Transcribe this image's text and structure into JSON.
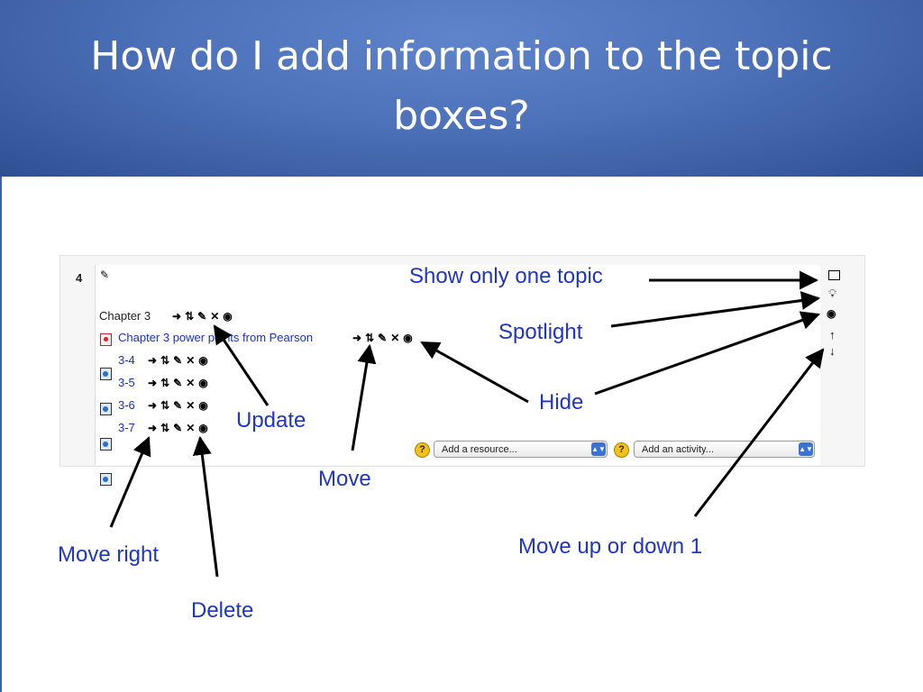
{
  "slide": {
    "title": "How do I add information to the topic boxes?"
  },
  "moodle_panel": {
    "topic_number": "4",
    "items": [
      {
        "type": "label",
        "text": "Chapter 3"
      },
      {
        "type": "resource",
        "text": "Chapter 3 power points from Pearson"
      },
      {
        "type": "resource",
        "text": "3-4"
      },
      {
        "type": "resource",
        "text": "3-5"
      },
      {
        "type": "resource",
        "text": "3-6"
      },
      {
        "type": "resource",
        "text": "3-7"
      }
    ],
    "add_resource": {
      "label": "Add a resource..."
    },
    "add_activity": {
      "label": "Add an activity..."
    },
    "help_glyph": "?",
    "right_icons": [
      "square-icon",
      "lightbulb-icon",
      "eye-icon",
      "arrow-up-icon",
      "arrow-down-icon"
    ],
    "row_icons": [
      "indent-right-icon",
      "move-icon",
      "edit-icon",
      "delete-icon",
      "eye-icon"
    ]
  },
  "callouts": {
    "show_only_one_topic": "Show only one topic",
    "spotlight": "Spotlight",
    "hide": "Hide",
    "update": "Update",
    "move": "Move",
    "move_right": "Move right",
    "delete": "Delete",
    "move_up_or_down": "Move up or down 1"
  },
  "colors": {
    "header_blue": "#4d72ba",
    "callout_blue": "#1f35c8",
    "link_blue": "#1a31c9"
  }
}
